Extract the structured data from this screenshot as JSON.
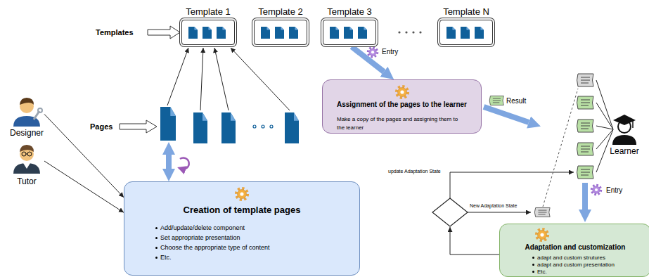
{
  "diagram": {
    "nodes": [
      {
        "text": [
          "Template 1"
        ]
      },
      {
        "text": [
          "Template 2"
        ]
      },
      {
        "text": [
          "Template 3"
        ]
      },
      {
        "text": [
          "Template N"
        ]
      },
      {
        "text": [
          "Designer"
        ]
      },
      {
        "text": [
          "Tutor"
        ]
      },
      {
        "text": [
          "Creation of template pages",
          "Add/update/delete component",
          "Set appropriate presentation",
          "Choose the appropriate type of content",
          "Etc."
        ]
      },
      {
        "text": [
          "Assignment of the pages to the learner",
          "Make a copy of the pages and assigning them to the learner"
        ]
      },
      {
        "text": [
          "Learner"
        ]
      },
      {
        "text": [
          "Adaptation and customization",
          "adapt and custom strutures",
          "adapt and custom presentation",
          "Etc."
        ]
      }
    ],
    "edges": [
      {
        "from": 4,
        "to": 6,
        "arrow": "to"
      },
      {
        "from": 5,
        "to": 6,
        "arrow": "to"
      },
      {
        "from": 2,
        "to": 7,
        "arrow": "to",
        "label": "Entry"
      }
    ],
    "labels": [
      "Templates",
      "Pages",
      "Result",
      "Entry",
      "update Adaptation State",
      "New Adaptation State"
    ]
  }
}
